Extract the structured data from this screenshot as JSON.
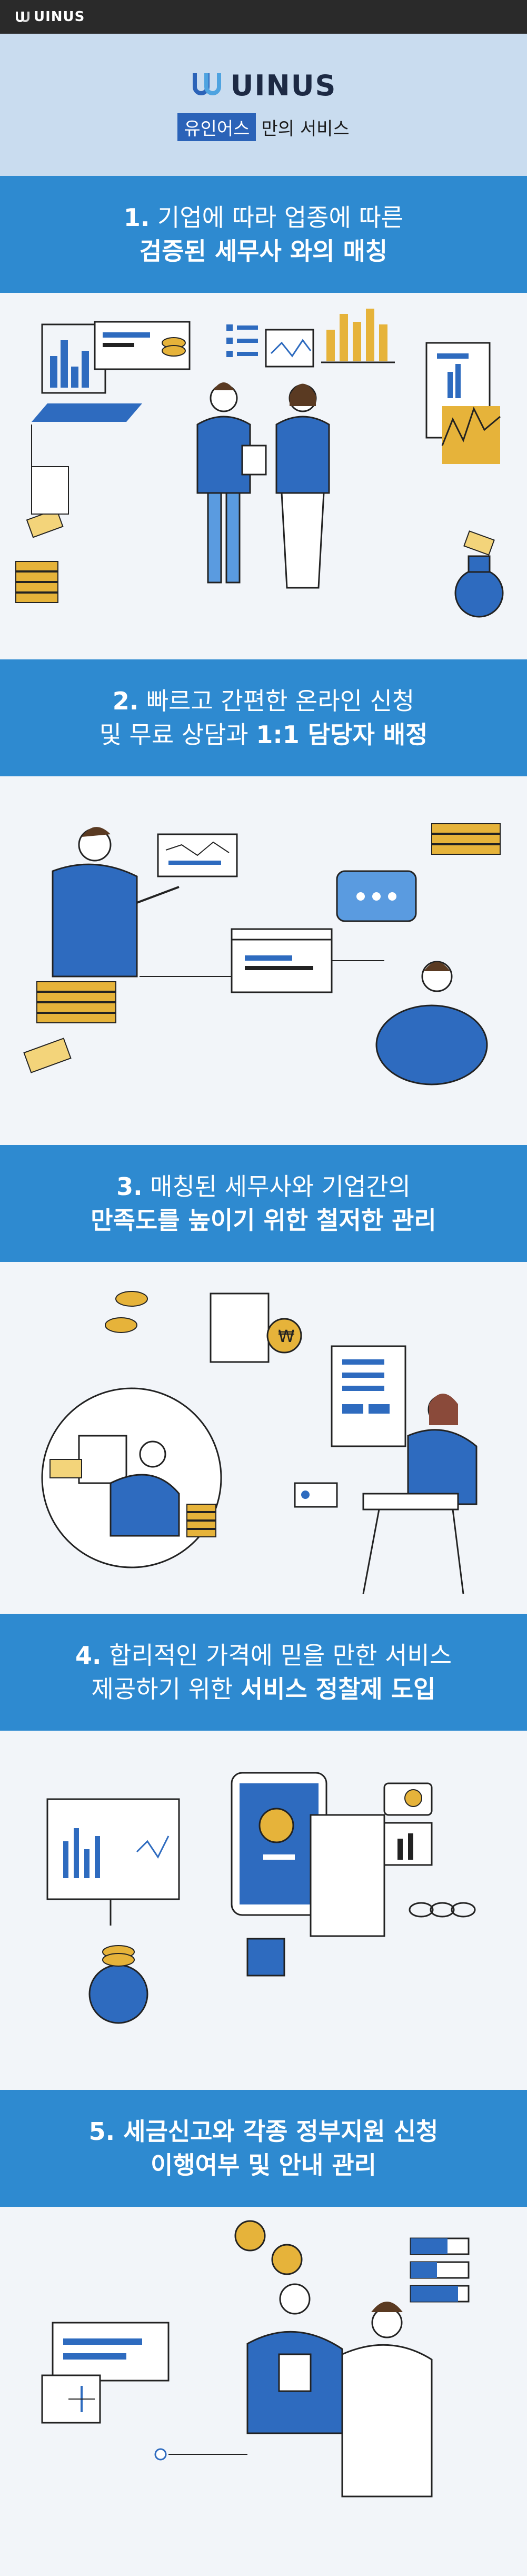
{
  "topbar": {
    "logo_text": "UINUS"
  },
  "hero": {
    "brand_name": "UINUS",
    "tagline_highlight": "유인어스",
    "tagline_rest": "만의 서비스"
  },
  "sections": [
    {
      "line1_regular": "기업에 따라 업종에 따른",
      "line1_bold": "1.",
      "line2_bold": "검증된 세무사 와의 매칭",
      "line2_regular": ""
    },
    {
      "line1_regular": "빠르고 간편한 온라인 신청",
      "line1_bold": "2.",
      "line2_regular": "및 무료 상담과 ",
      "line2_bold": "1:1 담당자 배정"
    },
    {
      "line1_regular": "매칭된 세무사와 기업간의",
      "line1_bold": "3.",
      "line2_bold": "만족도를 높이기 위한 철저한 관리",
      "line2_regular": ""
    },
    {
      "line1_regular": "합리적인 가격에 믿을 만한 서비스",
      "line1_bold": "4.",
      "line2_regular": "제공하기 위한 ",
      "line2_bold": "서비스 정찰제 도입"
    },
    {
      "line1_regular": "",
      "line1_bold": "5. 세금신고와 각종 정부지원 신청",
      "line2_bold": "이행여부 및 안내 관리",
      "line2_regular": ""
    }
  ],
  "colors": {
    "primary_blue": "#2e6bbf",
    "banner_blue": "#2e8ad0",
    "hero_bg": "#c9dcef",
    "gold": "#e6b33a"
  },
  "currency_symbol": "₩"
}
